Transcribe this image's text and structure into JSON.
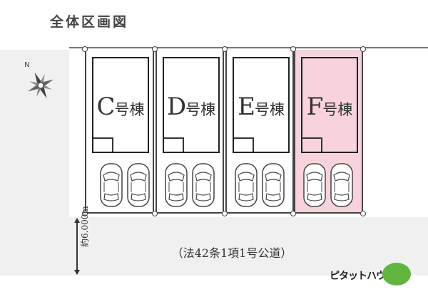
{
  "title": "全体区画図",
  "lots": [
    {
      "letter": "C",
      "suffix": "号棟",
      "highlighted": false
    },
    {
      "letter": "D",
      "suffix": "号棟",
      "highlighted": false
    },
    {
      "letter": "E",
      "suffix": "号棟",
      "highlighted": false
    },
    {
      "letter": "F",
      "suffix": "号棟",
      "highlighted": true
    }
  ],
  "road": {
    "label": "（法42条1項1号公道）",
    "width_label": "約6.000m"
  },
  "compass": {
    "north_label": "N"
  },
  "logo": {
    "text": "ピタットハウス"
  },
  "colors": {
    "highlight": "#f8d3dc",
    "road": "#f0f0f0",
    "logo_green": "#62b53d"
  }
}
